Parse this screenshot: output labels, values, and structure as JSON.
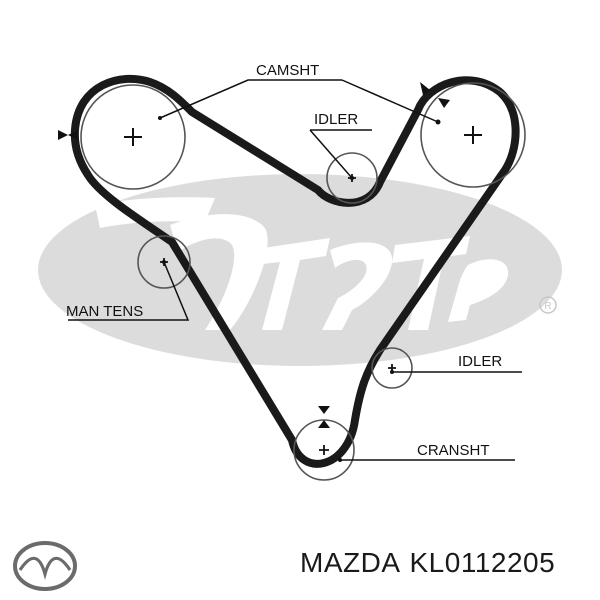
{
  "diagram": {
    "watermark_text": "Gates",
    "labels": {
      "camshaft": "CAMSHT",
      "idler_top": "IDLER",
      "man_tens": "MAN TENS",
      "idler_bottom": "IDLER",
      "crankshaft": "CRANSHT"
    }
  },
  "footer": {
    "brand": "MAZDA",
    "part_number": "KL0112205",
    "logo_icon": "mazda-logo-icon"
  },
  "colors": {
    "belt": "#1a1a1a",
    "watermark": "#d6d6d6",
    "text": "#111111"
  }
}
